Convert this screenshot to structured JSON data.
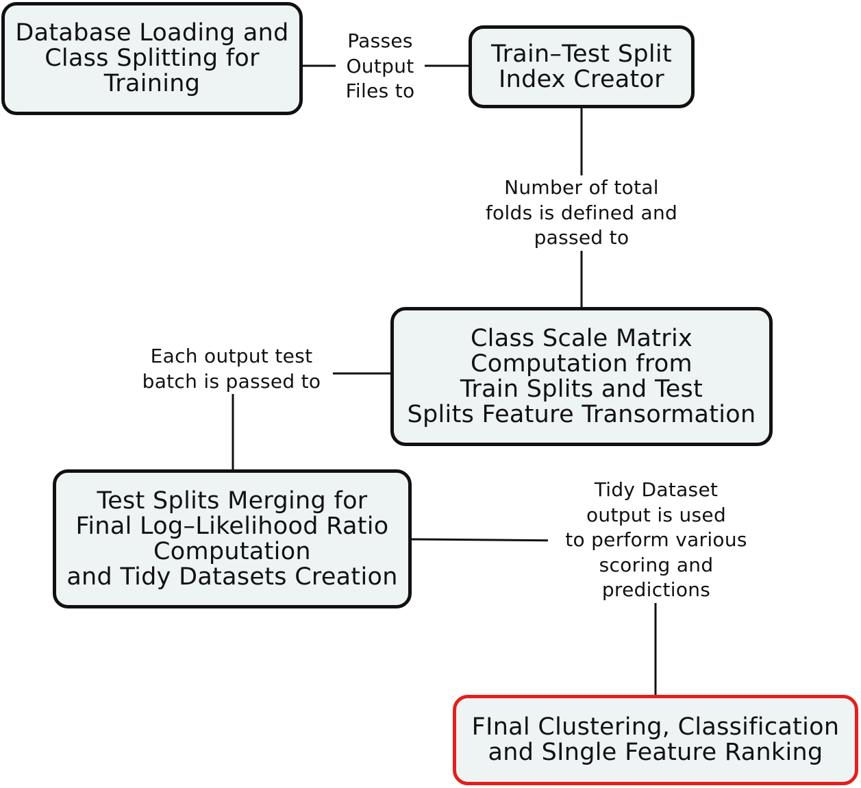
{
  "nodes": {
    "database_loading": "Database Loading and\nClass Splitting for\nTraining",
    "split_index_creator": "Train–Test Split\nIndex Creator",
    "class_scale_matrix": "Class Scale Matrix\nComputation from\nTrain Splits and Test\nSplits Feature Transormation",
    "test_splits_merging": "Test  Splits Merging for\nFinal Log–Likelihood Ratio\nComputation\nand Tidy Datasets Creation",
    "final_clustering": "FInal Clustering, Classification\nand SIngle Feature Ranking"
  },
  "edges": {
    "passes_output_files": "Passes\nOutput\nFiles to",
    "number_of_folds": "Number of total\nfolds is defined and\npassed to",
    "each_output_batch": "Each output test\nbatch is passed to",
    "tidy_dataset_output": "Tidy Dataset\noutput is used\nto perform various\nscoring and\npredictions"
  },
  "colors": {
    "node_fill": "#eef3f4",
    "node_border": "#111111",
    "final_node_border": "#e3201b"
  }
}
